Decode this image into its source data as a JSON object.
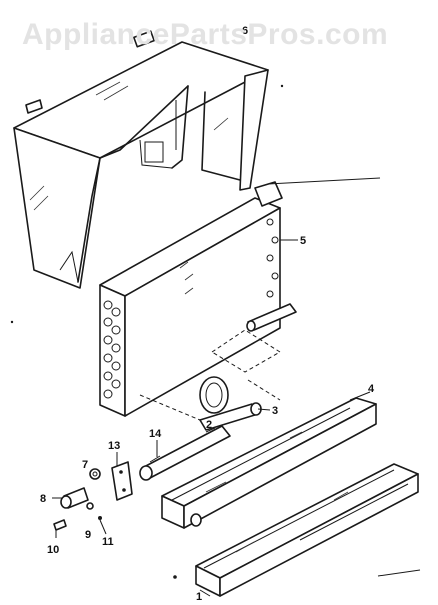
{
  "watermark": "AppliancePartsPros.com",
  "callouts": {
    "c1": "1",
    "c2": "2",
    "c3": "3",
    "c4": "4",
    "c5": "5",
    "c6": "6",
    "c7": "7",
    "c8": "8",
    "c9": "9",
    "c10": "10",
    "c11": "11",
    "c13": "13",
    "c14": "14"
  }
}
